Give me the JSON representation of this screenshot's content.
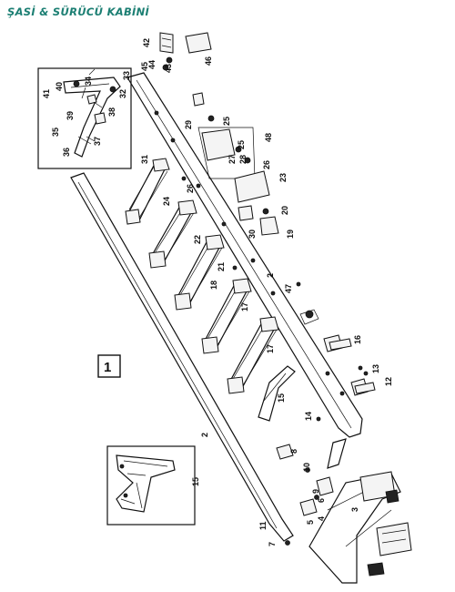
{
  "header": {
    "title": "ŞASİ & SÜRÜCÜ KABİNİ",
    "color": "#1c7f73"
  },
  "figure_number": "1",
  "callouts": [
    "1",
    "2",
    "2",
    "3",
    "4",
    "5",
    "6",
    "7",
    "8",
    "9",
    "10",
    "11",
    "12",
    "13",
    "14",
    "15",
    "15",
    "16",
    "17",
    "17",
    "18",
    "19",
    "20",
    "21",
    "22",
    "23",
    "24",
    "25",
    "25",
    "26",
    "26",
    "27",
    "28",
    "29",
    "30",
    "31",
    "32",
    "33",
    "34",
    "35",
    "36",
    "37",
    "38",
    "39",
    "40",
    "41",
    "42",
    "43",
    "44",
    "45",
    "46",
    "47",
    "48"
  ]
}
